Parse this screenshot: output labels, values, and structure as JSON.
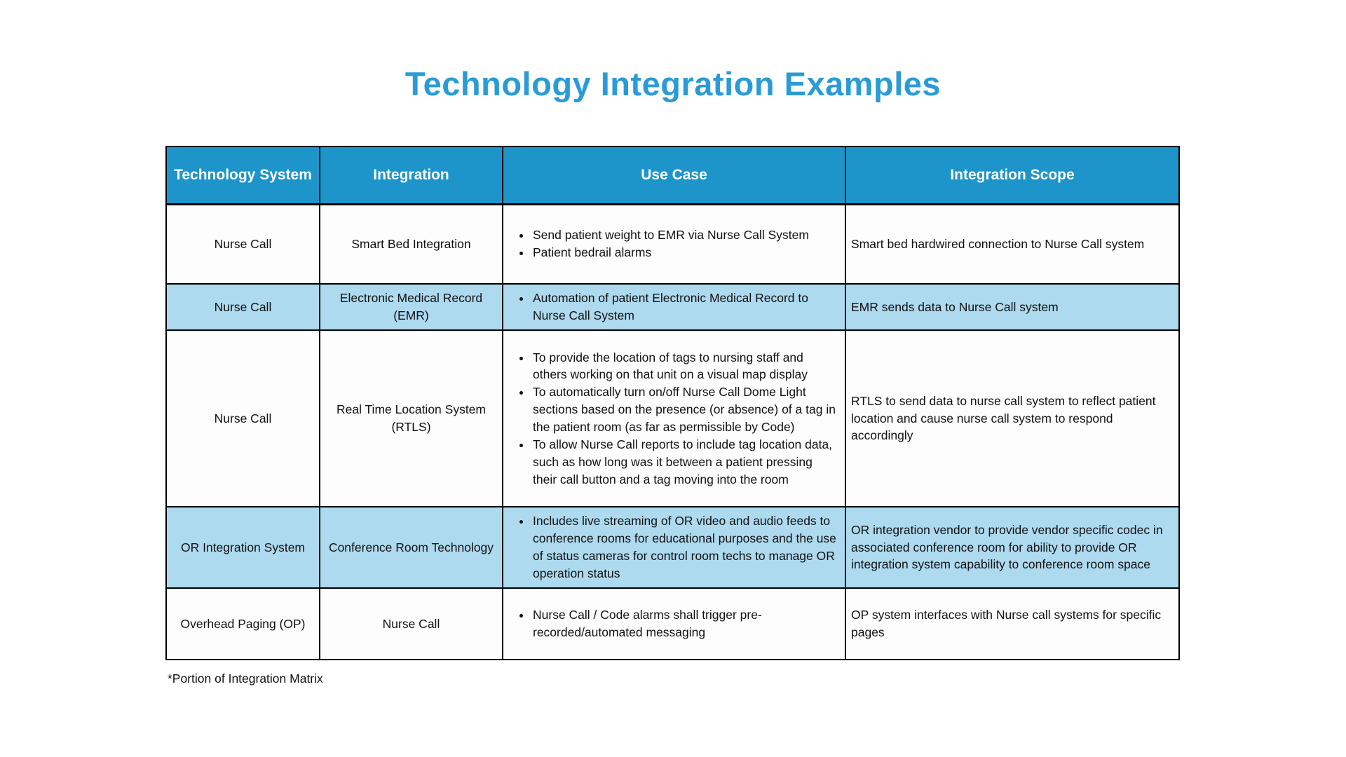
{
  "page": {
    "title": "Technology Integration Examples",
    "footnote": "*Portion of Integration Matrix"
  },
  "colors": {
    "title": "#2A9BD7",
    "header_bg": "#1E95CA",
    "row_bg": "#FDFDFD",
    "row_alt_bg": "#AEDAEF",
    "border": "#000000"
  },
  "table": {
    "headers": [
      "Technology System",
      "Integration",
      "Use Case",
      "Integration Scope"
    ],
    "rows": [
      {
        "technology_system": "Nurse Call",
        "integration": "Smart Bed Integration",
        "use_case": [
          "Send patient weight to EMR via Nurse Call System",
          "Patient bedrail alarms"
        ],
        "integration_scope": "Smart bed hardwired connection to Nurse Call system",
        "highlighted": false
      },
      {
        "technology_system": "Nurse Call",
        "integration": "Electronic Medical Record (EMR)",
        "use_case": [
          "Automation of patient Electronic Medical Record to Nurse Call System"
        ],
        "integration_scope": "EMR sends data to Nurse Call system",
        "highlighted": true
      },
      {
        "technology_system": "Nurse Call",
        "integration": "Real Time Location System (RTLS)",
        "use_case": [
          "To provide the location of tags to nursing staff and others working on that unit on a visual map display",
          "To automatically turn on/off Nurse Call Dome Light sections based on the presence (or absence) of a tag in the patient room (as far as permissible by Code)",
          "To allow Nurse Call reports to include tag location data, such as how long was it between a patient pressing their call button and a tag moving into the room"
        ],
        "integration_scope": "RTLS to send data to nurse call system to reflect patient location and cause nurse call system to respond accordingly",
        "highlighted": false
      },
      {
        "technology_system": "OR Integration System",
        "integration": "Conference Room Technology",
        "use_case": [
          "Includes live streaming of OR video and audio feeds to conference rooms for educational purposes and the use of status cameras for control room techs to manage OR operation status"
        ],
        "integration_scope": "OR integration vendor to provide vendor specific codec in associated conference room for ability to provide OR integration system capability to conference room space",
        "highlighted": true
      },
      {
        "technology_system": "Overhead Paging (OP)",
        "integration": "Nurse Call",
        "use_case": [
          "Nurse Call / Code alarms shall trigger pre-recorded/automated messaging"
        ],
        "integration_scope": "OP system interfaces with Nurse call systems for specific pages",
        "highlighted": false
      }
    ]
  }
}
